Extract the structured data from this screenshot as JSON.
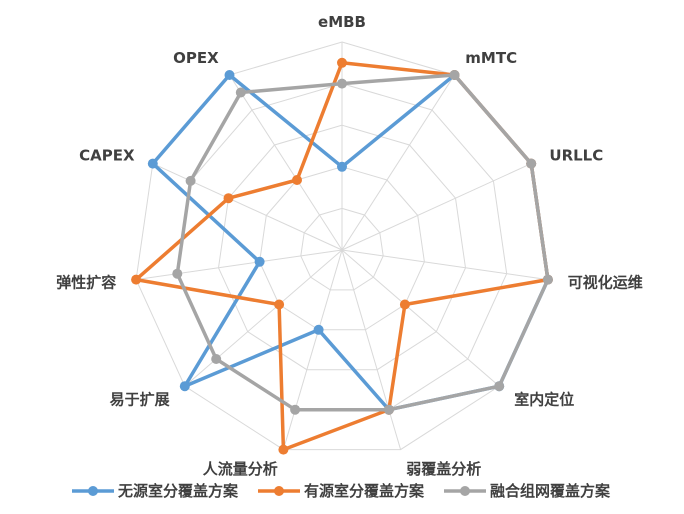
{
  "chart_data": {
    "type": "radar",
    "title": "",
    "axes": [
      "eMBB",
      "mMTC",
      "URLLC",
      "可视化运维",
      "室内定位",
      "弱覆盖分析",
      "人流量分析",
      "易于扩展",
      "弹性扩容",
      "CAPEX",
      "OPEX"
    ],
    "range": [
      0,
      5
    ],
    "rings": 5,
    "grid": true,
    "legend_position": "bottom",
    "series": [
      {
        "name": "无源室分覆盖方案",
        "color": "#5B9BD5",
        "values": [
          2,
          5,
          5,
          5,
          5,
          4,
          2,
          5,
          2,
          5,
          5
        ]
      },
      {
        "name": "有源室分覆盖方案",
        "color": "#ED7D31",
        "values": [
          4.5,
          5,
          5,
          5,
          2,
          4,
          5,
          2,
          5,
          3,
          2
        ]
      },
      {
        "name": "融合组网覆盖方案",
        "color": "#A5A5A5",
        "values": [
          4,
          5,
          5,
          5,
          5,
          4,
          4,
          4,
          4,
          4,
          4.5
        ]
      }
    ]
  }
}
